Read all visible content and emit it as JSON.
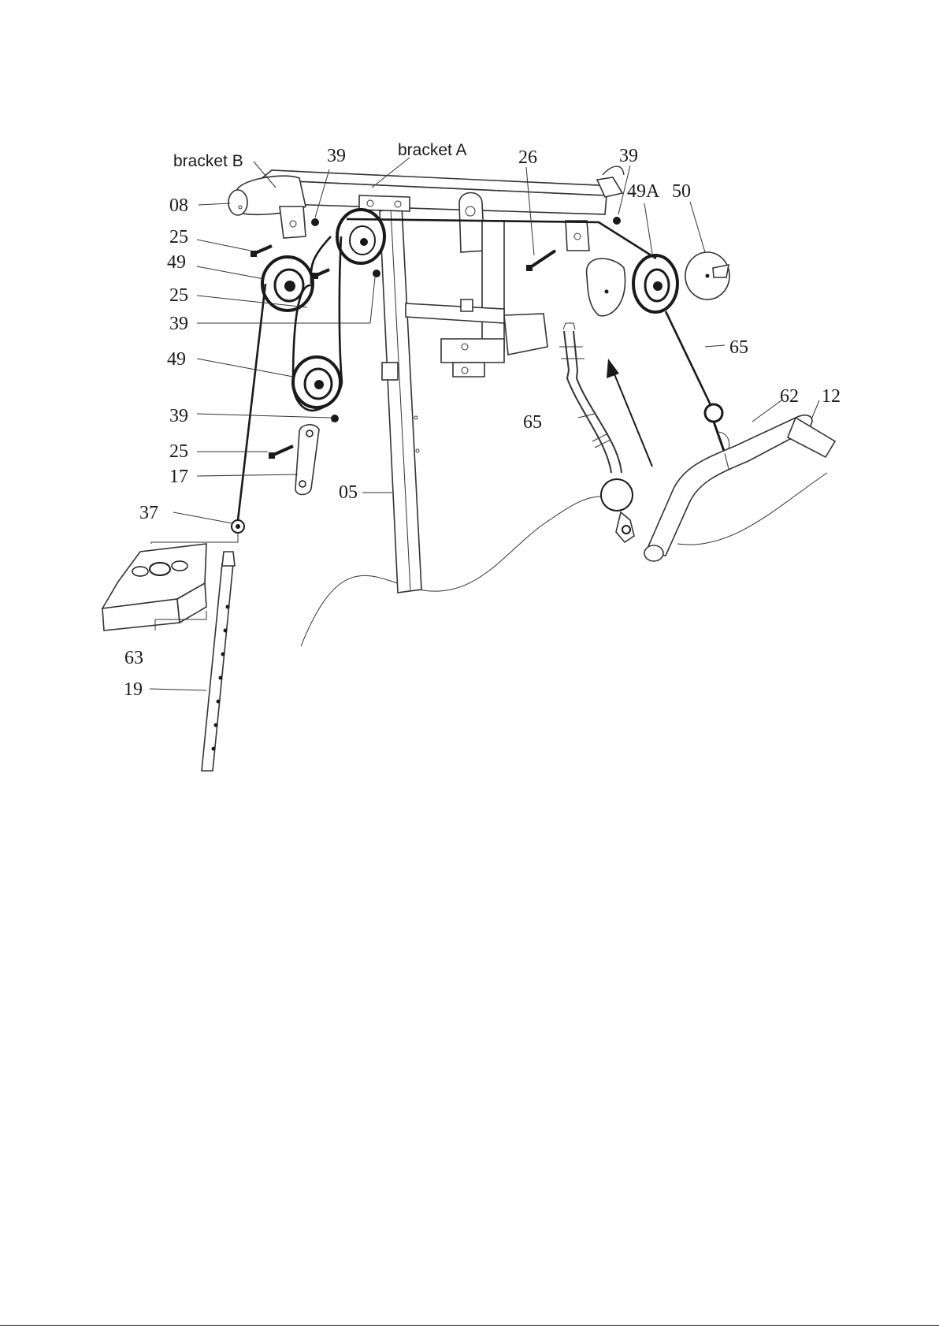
{
  "diagram": {
    "labels": {
      "bracket_b": "bracket B",
      "bracket_a": "bracket A",
      "p39_top_left": "39",
      "p26": "26",
      "p39_top_right": "39",
      "p49a": "49A",
      "p50": "50",
      "p08": "08",
      "p25_a": "25",
      "p49_a": "49",
      "p25_b": "25",
      "p39_mid": "39",
      "p49_b": "49",
      "p65_right": "65",
      "p65_mid": "65",
      "p62": "62",
      "p12": "12",
      "p39_low": "39",
      "p25_c": "25",
      "p17": "17",
      "p05": "05",
      "p37": "37",
      "p63": "63",
      "p19": "19"
    },
    "colors": {
      "line": "#2a2a2a",
      "cable": "#1a1a1a",
      "background": "#ffffff"
    }
  }
}
